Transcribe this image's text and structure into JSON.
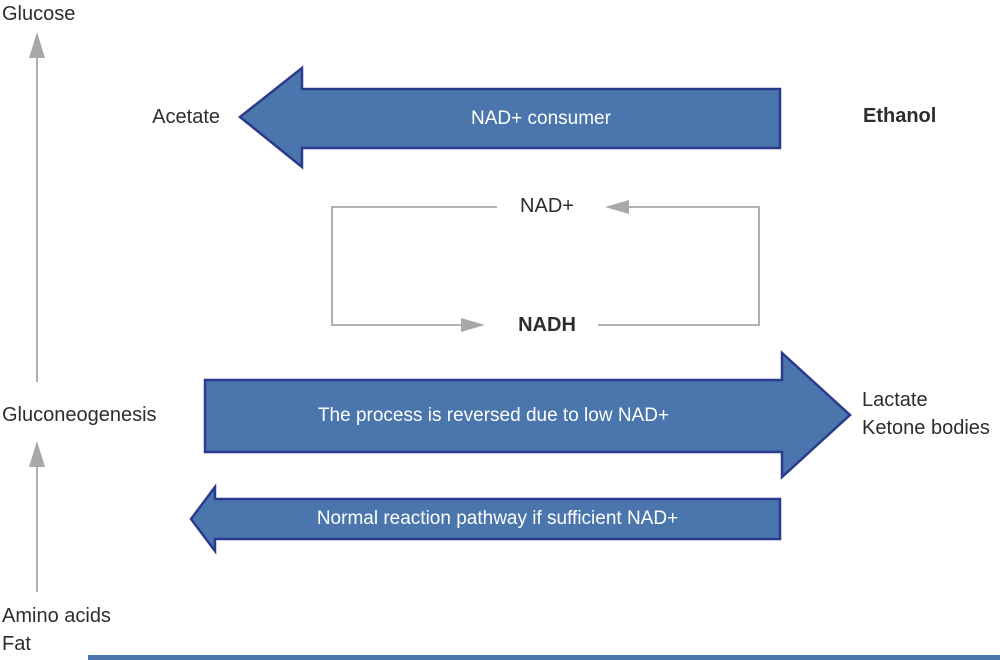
{
  "colors": {
    "arrow_fill": "#4a76ad",
    "arrow_border": "#2b3a8f",
    "line_gray": "#a8a8a8",
    "label_text": "#2d2d2d",
    "arrow_label_text": "#ffffff"
  },
  "labels": {
    "glucose": "Glucose",
    "acetate": "Acetate",
    "ethanol": "Ethanol",
    "nad_plus": "NAD+",
    "nadh": "NADH",
    "gluconeogenesis": "Gluconeogenesis",
    "lactate": "Lactate",
    "ketone_bodies": "Ketone bodies",
    "amino_acids": "Amino acids",
    "fat": "Fat"
  },
  "arrows": {
    "top": {
      "label": "NAD+ consumer",
      "direction": "left"
    },
    "middle": {
      "label": "The process is reversed due to low NAD+",
      "direction": "right"
    },
    "bottom": {
      "label": "Normal reaction pathway if sufficient NAD+",
      "direction": "left"
    }
  },
  "cycle": {
    "top": "NAD+",
    "bottom": "NADH"
  }
}
